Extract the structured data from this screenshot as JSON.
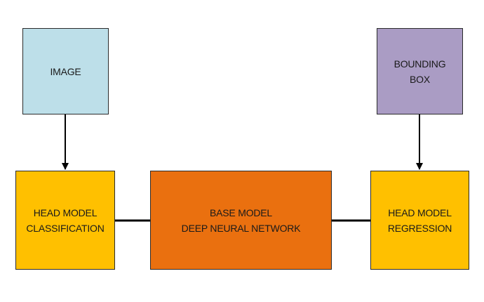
{
  "nodes": {
    "image": {
      "lines": [
        "IMAGE"
      ],
      "color": "#bddfe9"
    },
    "bounding_box": {
      "lines": [
        "BOUNDING",
        "BOX"
      ],
      "color": "#aa9cc4"
    },
    "head_classification": {
      "lines": [
        "HEAD MODEL",
        "CLASSIFICATION"
      ],
      "color": "#ffc000"
    },
    "base_model": {
      "lines": [
        "BASE MODEL",
        "DEEP NEURAL NETWORK"
      ],
      "color": "#ea700f"
    },
    "head_regression": {
      "lines": [
        "HEAD MODEL",
        "REGRESSION"
      ],
      "color": "#ffc000"
    }
  },
  "edges": [
    {
      "from": "image",
      "to": "head_classification",
      "type": "arrow"
    },
    {
      "from": "bounding_box",
      "to": "head_regression",
      "type": "arrow"
    },
    {
      "from": "head_classification",
      "to": "base_model",
      "type": "line"
    },
    {
      "from": "base_model",
      "to": "head_regression",
      "type": "line"
    }
  ]
}
